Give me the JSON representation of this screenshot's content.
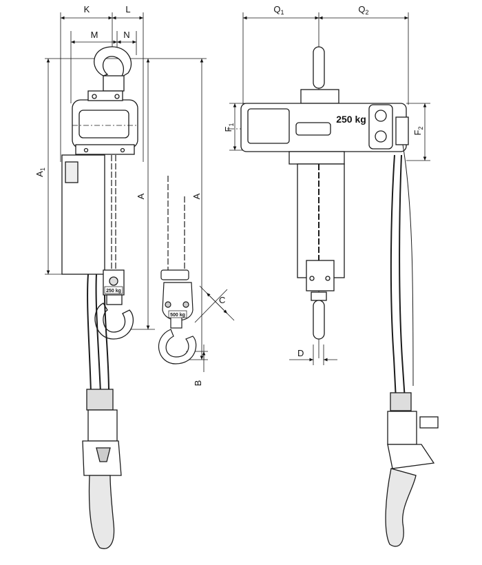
{
  "dimensions": {
    "K": "K",
    "L": "L",
    "M": "M",
    "N": "N",
    "A1": "A",
    "A1_sub": "1",
    "A": "A",
    "A_right": "A",
    "B": "B",
    "C": "C",
    "D": "D",
    "Q1": "Q",
    "Q1_sub": "1",
    "Q2": "Q",
    "Q2_sub": "2",
    "F1": "F",
    "F1_sub": "1",
    "F2": "F",
    "F2_sub": "2"
  },
  "labels": {
    "badge_250": "250 kg",
    "badge_500": "500 kg",
    "capacity": "250 kg"
  },
  "colors": {
    "line": "#1a1a1a",
    "fill_light": "#ffffff",
    "fill_shade": "#dcdcdc"
  }
}
